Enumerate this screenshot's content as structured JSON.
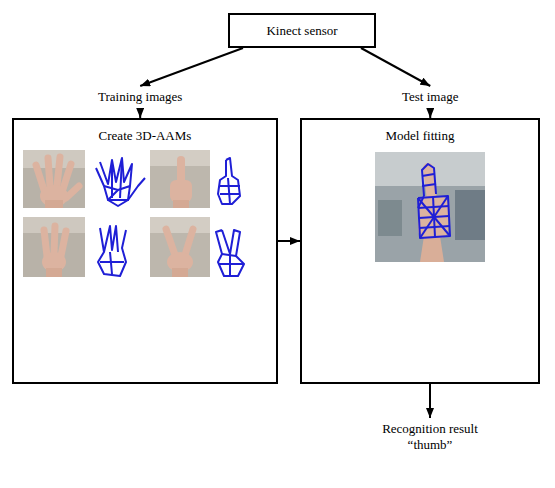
{
  "diagram": {
    "nodes": [
      {
        "text": [
          "Kinect sensor"
        ]
      },
      {
        "text": [
          "Training images"
        ]
      },
      {
        "text": [
          "Test image"
        ]
      },
      {
        "text": [
          "Create 3D-AAMs"
        ]
      },
      {
        "text": [
          "Model fitting"
        ]
      },
      {
        "text": [
          "Recognition result “thumb”"
        ]
      }
    ],
    "edges": [
      {
        "from": 0,
        "to": 1,
        "arrow": "to"
      },
      {
        "from": 0,
        "to": 2,
        "arrow": "to"
      },
      {
        "from": 1,
        "to": 3,
        "arrow": "to"
      },
      {
        "from": 2,
        "to": 4,
        "arrow": "to"
      },
      {
        "from": 3,
        "to": 4,
        "arrow": "to"
      },
      {
        "from": 4,
        "to": 5,
        "arrow": "to"
      }
    ]
  }
}
